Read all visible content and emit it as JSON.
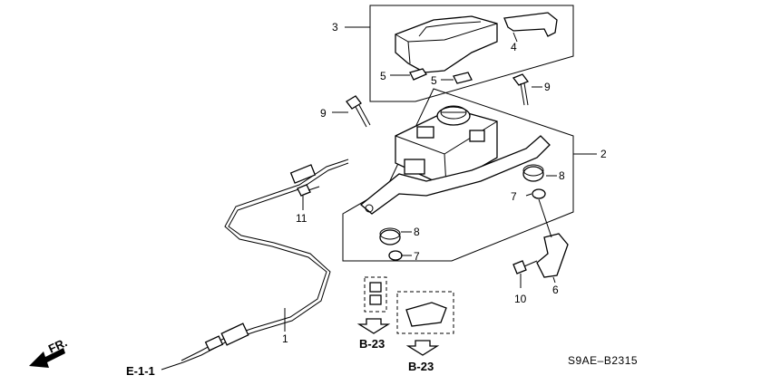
{
  "labels": {
    "p1": "1",
    "p2": "2",
    "p3": "3",
    "p4": "4",
    "p5a": "5",
    "p5b": "5",
    "p6": "6",
    "p7a": "7",
    "p7b": "7",
    "p8a": "8",
    "p8b": "8",
    "p9a": "9",
    "p9b": "9",
    "p10": "10",
    "p11": "11"
  },
  "refs": {
    "b23_left": "B-23",
    "b23_right": "B-23",
    "e11": "E-1-1",
    "fr": "FR."
  },
  "diagram_code": "S9AE–B2315"
}
